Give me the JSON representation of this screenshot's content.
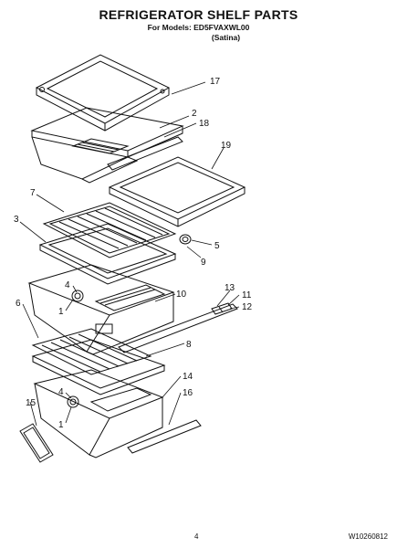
{
  "header": {
    "title": "REFRIGERATOR SHELF PARTS",
    "models_line": "For Models: ED5FVAXWL00",
    "color_line": "(Satina)"
  },
  "callouts": [
    {
      "num": "17"
    },
    {
      "num": "2"
    },
    {
      "num": "18"
    },
    {
      "num": "19"
    },
    {
      "num": "7"
    },
    {
      "num": "3"
    },
    {
      "num": "5"
    },
    {
      "num": "9"
    },
    {
      "num": "4"
    },
    {
      "num": "1"
    },
    {
      "num": "10"
    },
    {
      "num": "13"
    },
    {
      "num": "11"
    },
    {
      "num": "12"
    },
    {
      "num": "6"
    },
    {
      "num": "8"
    },
    {
      "num": "14"
    },
    {
      "num": "4"
    },
    {
      "num": "16"
    },
    {
      "num": "15"
    },
    {
      "num": "1"
    }
  ],
  "footer": {
    "page_number": "4",
    "doc_id": "W10260812"
  }
}
